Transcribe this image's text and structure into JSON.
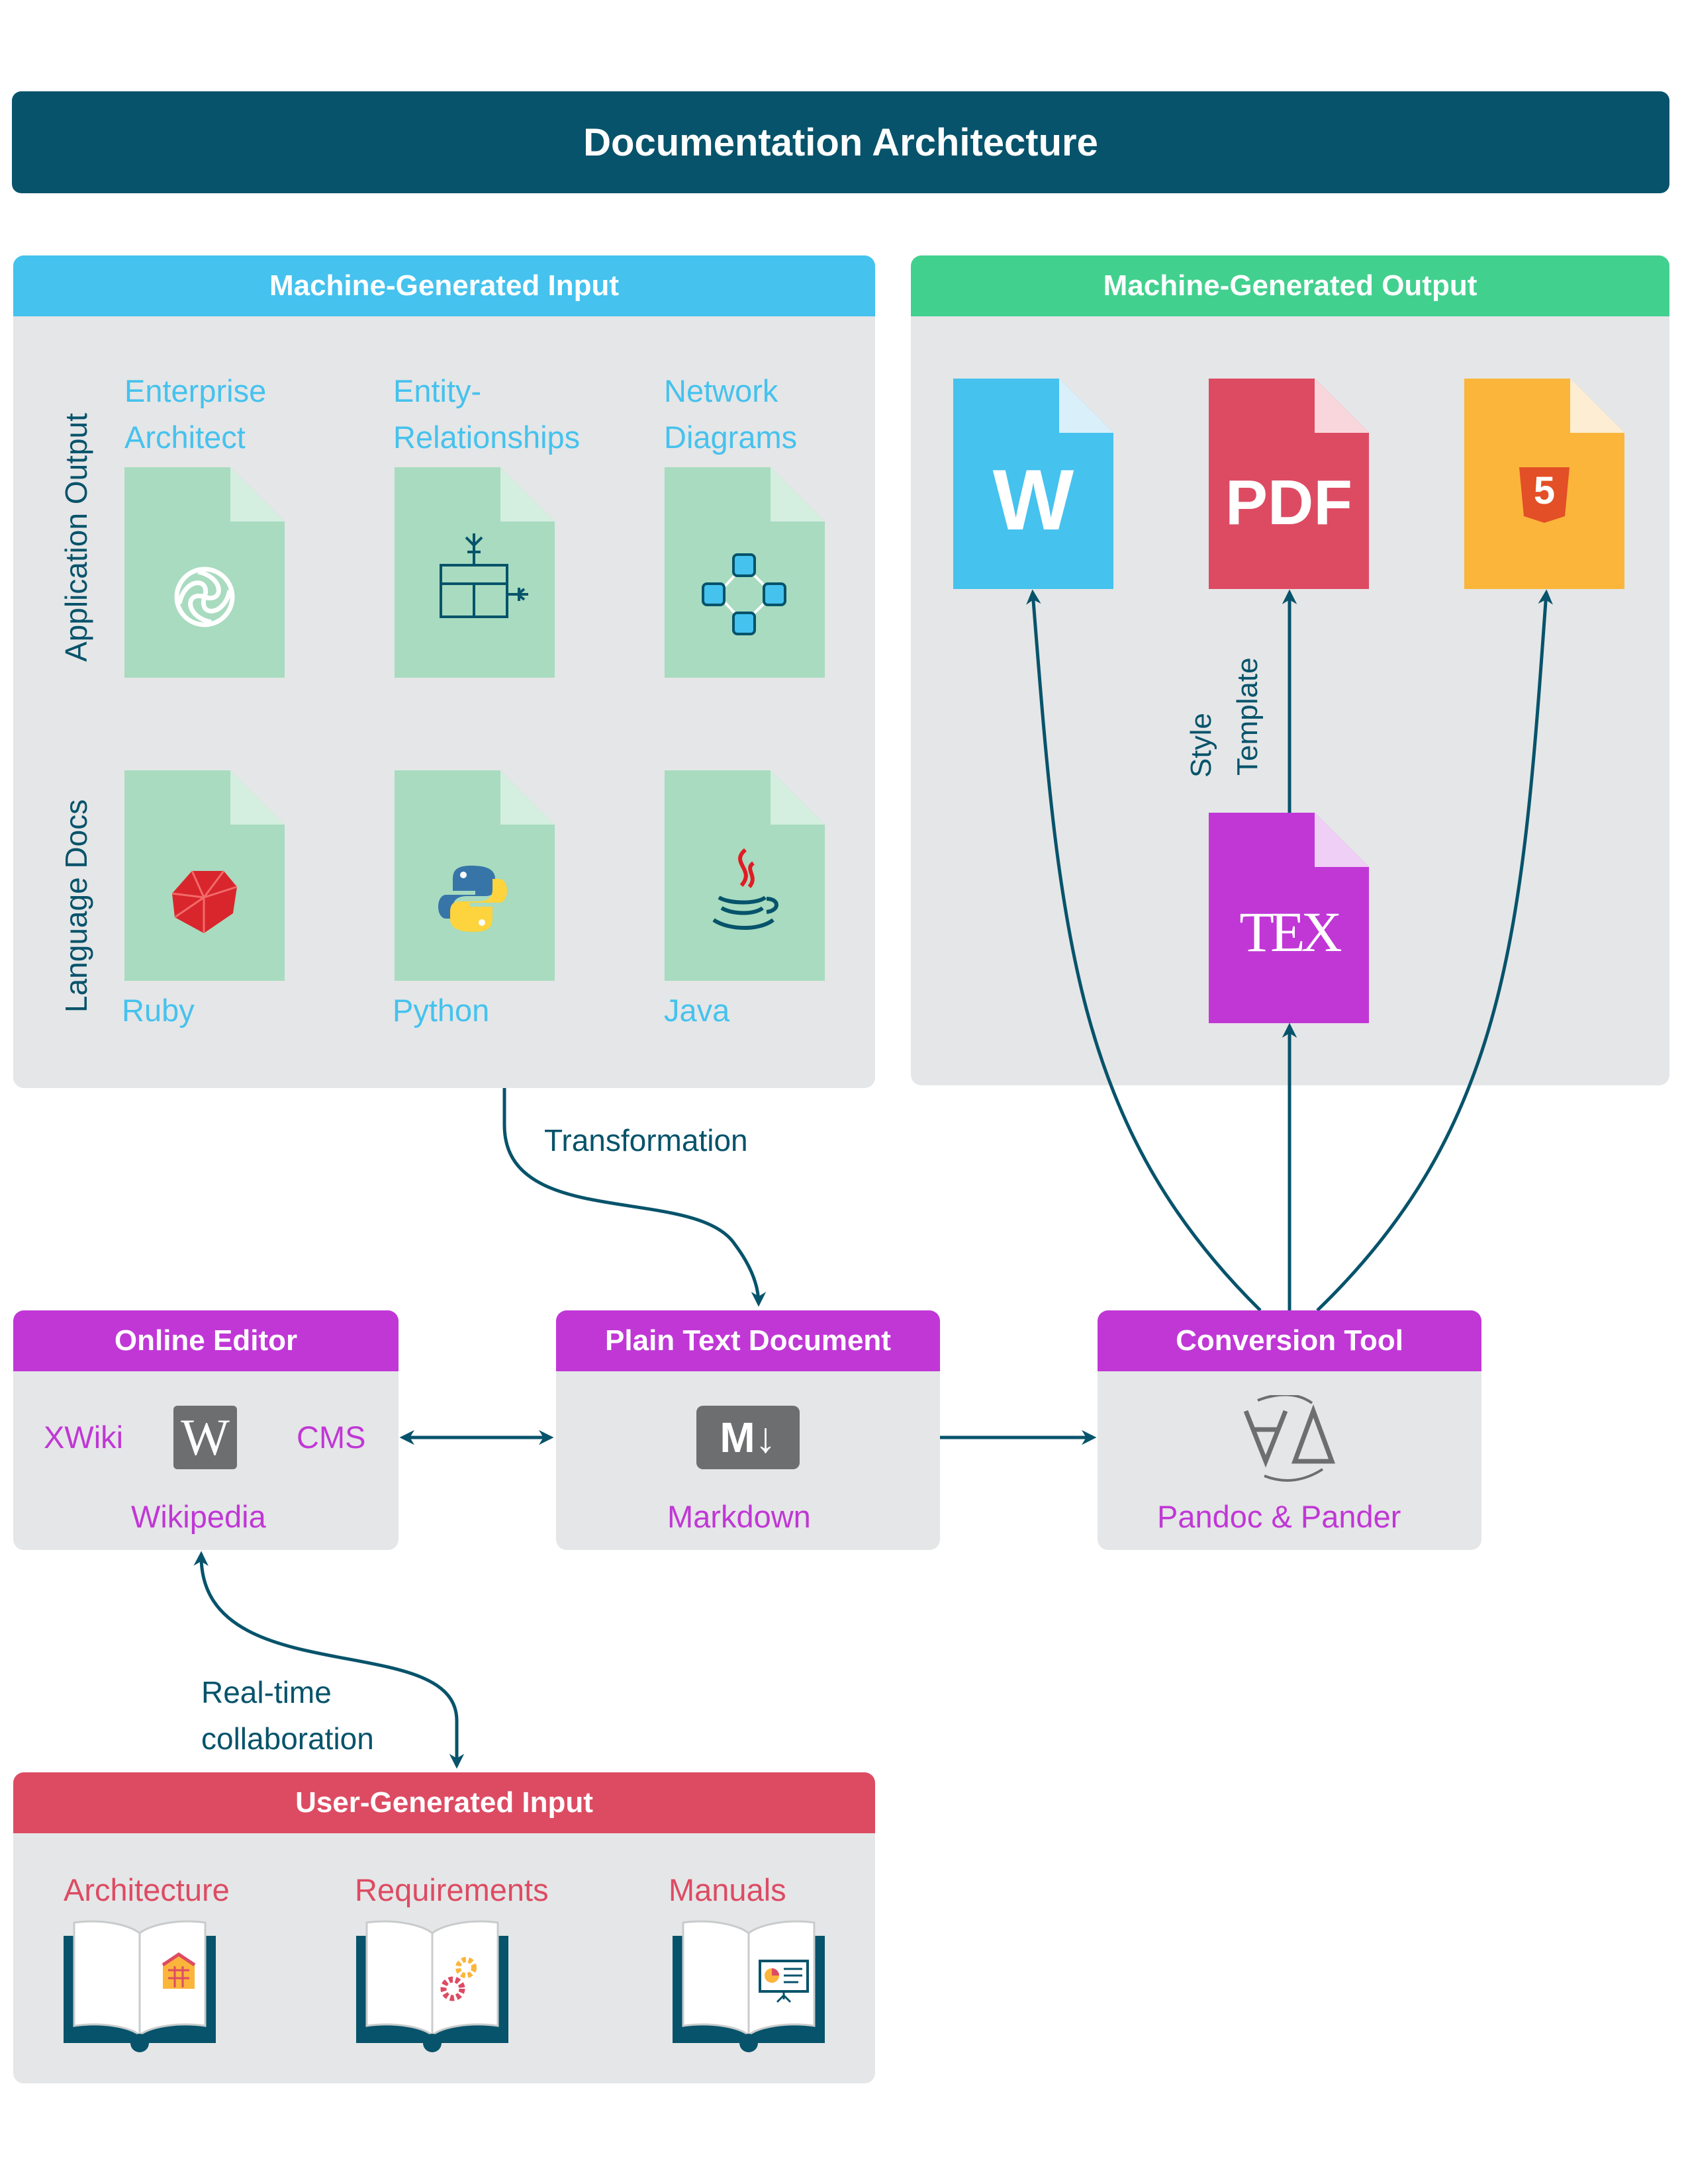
{
  "title": "Documentation Architecture",
  "machine_input": {
    "header": "Machine-Generated Input",
    "rows": [
      {
        "label": "Application Output",
        "items": [
          "Enterprise\nArchitect",
          "Entity-\nRelationships",
          "Network\nDiagrams"
        ]
      },
      {
        "label": "Language Docs",
        "items": [
          "Ruby",
          "Python",
          "Java"
        ]
      }
    ]
  },
  "machine_output": {
    "header": "Machine-Generated Output",
    "files": [
      "W",
      "PDF",
      "5"
    ],
    "tex": "TEX",
    "style_template": [
      "Style",
      "Template"
    ]
  },
  "transformation": "Transformation",
  "online_editor": {
    "header": "Online Editor",
    "left": "XWiki",
    "right": "CMS",
    "bottom": "Wikipedia",
    "icon": "W"
  },
  "plain_text": {
    "header": "Plain Text Document",
    "bottom": "Markdown",
    "icon": "M↓"
  },
  "conversion": {
    "header": "Conversion Tool",
    "bottom": "Pandoc & Pander"
  },
  "collaboration": [
    "Real-time",
    "collaboration"
  ],
  "user_input": {
    "header": "User-Generated Input",
    "items": [
      "Architecture",
      "Requirements",
      "Manuals"
    ]
  },
  "colors": {
    "dark": "#07536b",
    "blue": "#45c2ee",
    "green": "#42d08f",
    "magenta": "#c037d6",
    "red": "#dd4b63",
    "panel": "#e5e6e7",
    "file_green": "#a8dbbf",
    "orange": "#fbb53b"
  }
}
